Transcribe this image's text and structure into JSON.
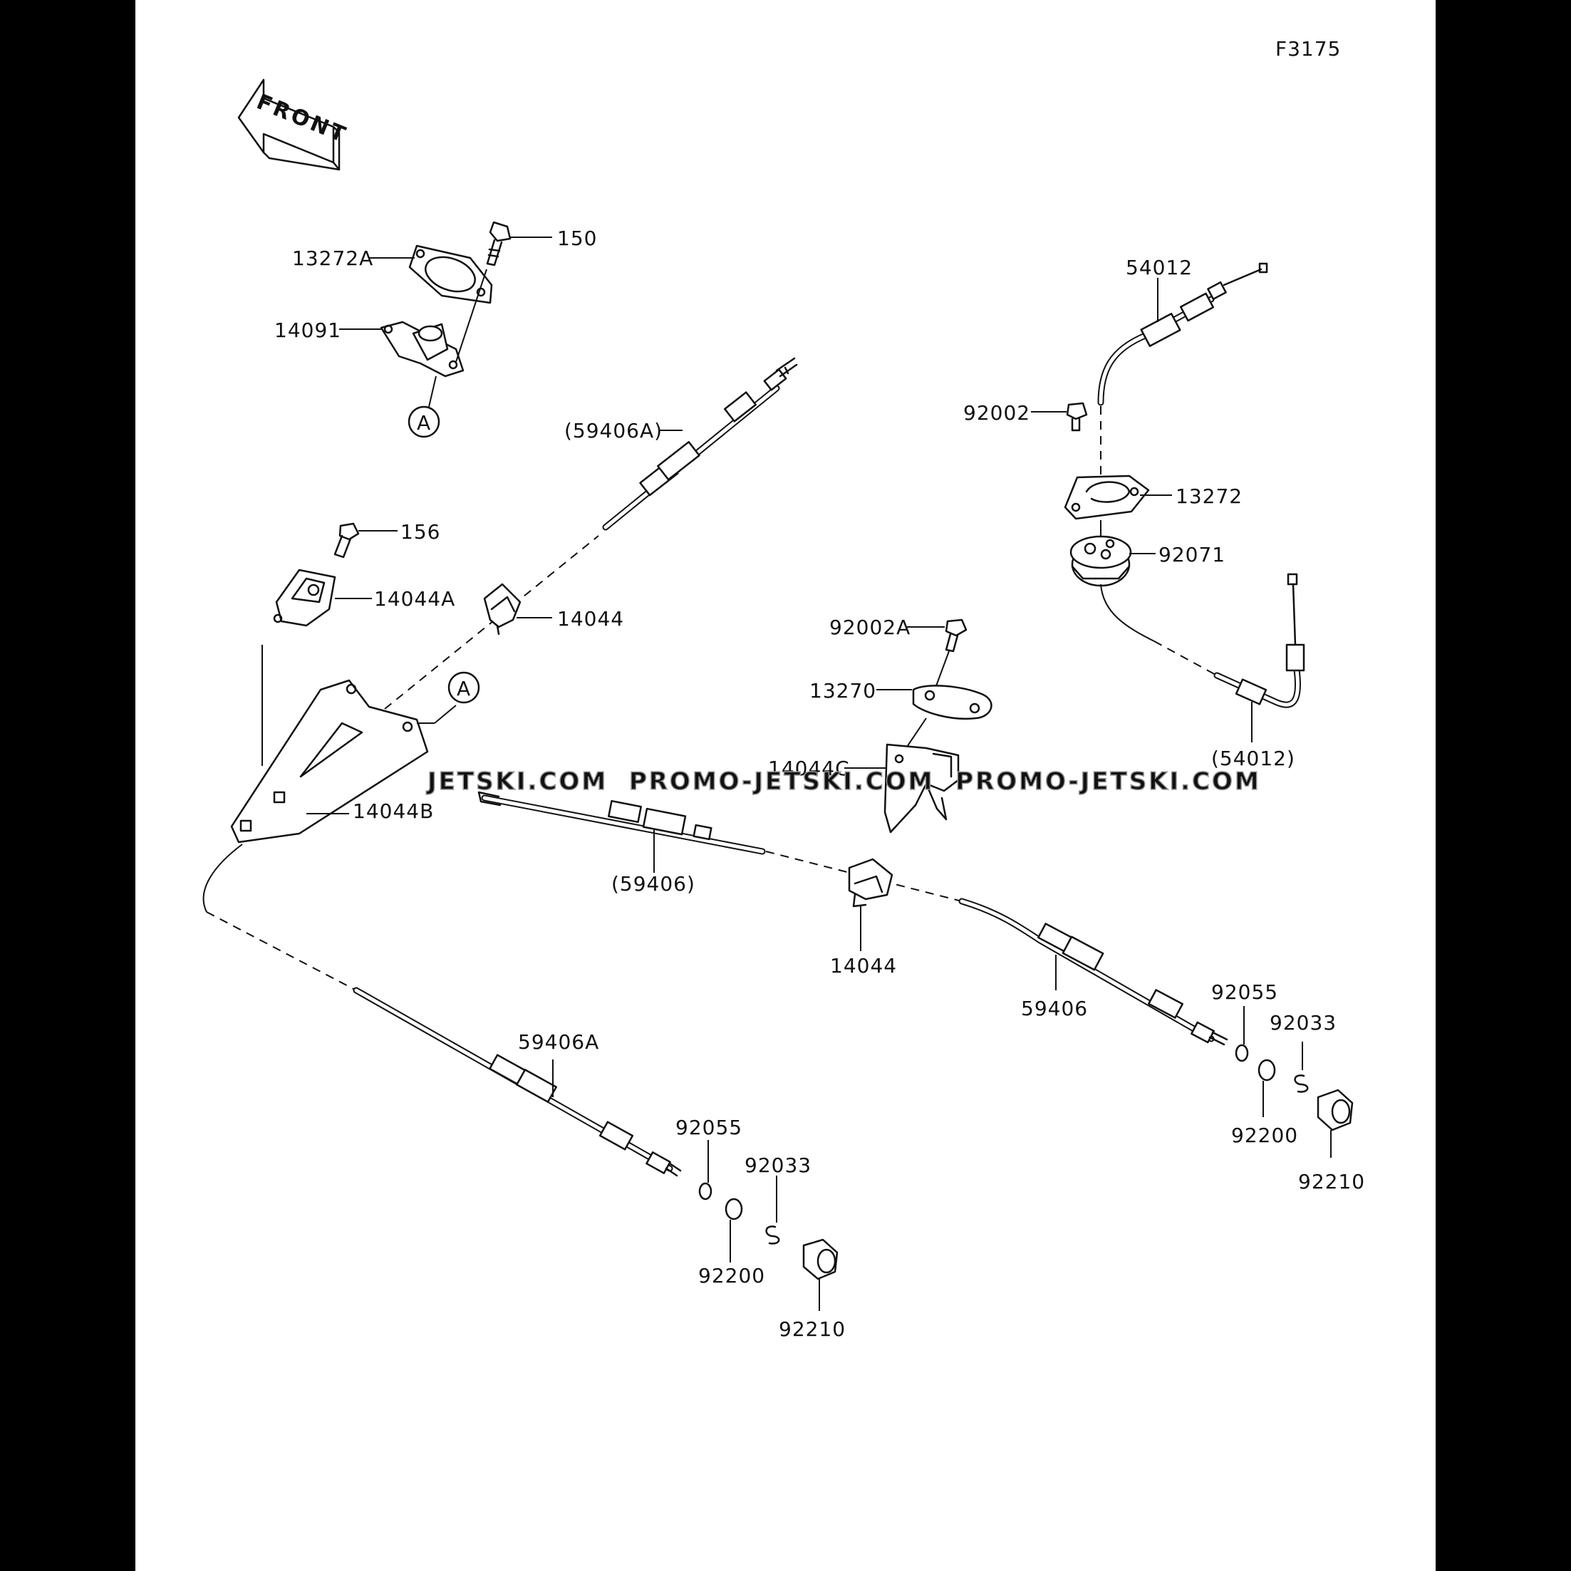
{
  "figure_code": "F3175",
  "front_arrow_label": "FRONT",
  "watermark": "JETSKI.COM  PROMO-JETSKI.COM  PROMO-JETSKI.COM",
  "ref_marker": "A",
  "labels": {
    "p13272A": "13272A",
    "p150": "150",
    "p14091": "14091",
    "p59406A_ref": "(59406A)",
    "p156": "156",
    "p14044A": "14044A",
    "p14044_top": "14044",
    "p14044B": "14044B",
    "p59406_ref": "(59406)",
    "p14044_mid": "14044",
    "p59406A": "59406A",
    "p92055_left": "92055",
    "p92033_left": "92033",
    "p92200_left": "92200",
    "p92210_left": "92210",
    "p54012": "54012",
    "p92002": "92002",
    "p13272": "13272",
    "p92071": "92071",
    "p54012_ref": "(54012)",
    "p92002A": "92002A",
    "p13270": "13270",
    "p14044C": "14044C",
    "p59406": "59406",
    "p92055_right": "92055",
    "p92033_right": "92033",
    "p92200_right": "92200",
    "p92210_right": "92210"
  }
}
